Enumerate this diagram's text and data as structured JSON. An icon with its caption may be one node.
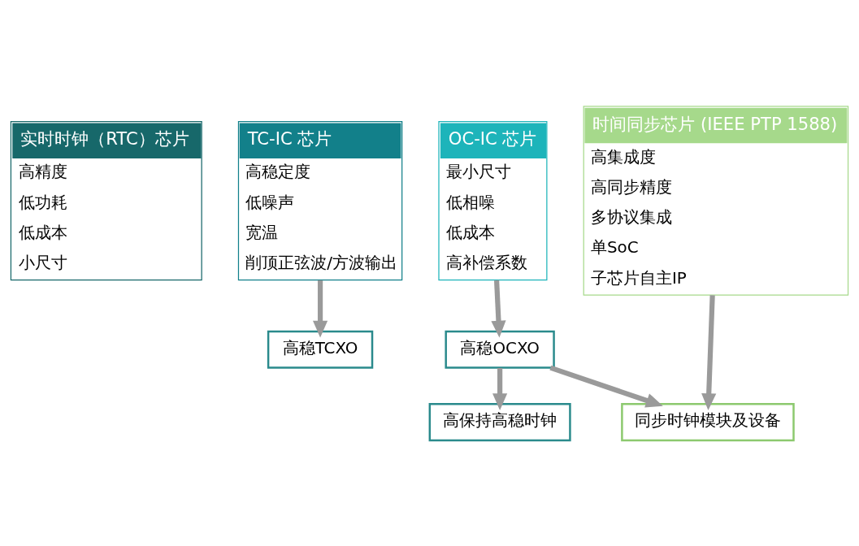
{
  "diagram": {
    "nodes": [
      {
        "text": [
          "实时时钟（RTC）芯片",
          "高精度",
          "低功耗",
          "低成本",
          "小尺寸"
        ]
      },
      {
        "text": [
          "TC-IC 芯片",
          "高稳定度",
          "低噪声",
          "宽温",
          "削顶正弦波/方波输出"
        ]
      },
      {
        "text": [
          "OC-IC 芯片",
          "最小尺寸",
          "低相噪",
          "低成本",
          "高补偿系数"
        ]
      },
      {
        "text": [
          "时间同步芯片 (IEEE PTP 1588)",
          "高集成度",
          "高同步精度",
          "多协议集成",
          "单SoC",
          "子芯片自主IP"
        ]
      },
      {
        "text": [
          "高稳TCXO"
        ]
      },
      {
        "text": [
          "高稳OCXO"
        ]
      },
      {
        "text": [
          "高保持高稳时钟"
        ]
      },
      {
        "text": [
          "同步时钟模块及设备"
        ]
      }
    ],
    "edges": [
      {
        "from": 1,
        "to": 4,
        "arrow": "to"
      },
      {
        "from": 2,
        "to": 5,
        "arrow": "to"
      },
      {
        "from": 5,
        "to": 6,
        "arrow": "to"
      },
      {
        "from": 5,
        "to": 7,
        "arrow": "to"
      },
      {
        "from": 3,
        "to": 7,
        "arrow": "to"
      }
    ]
  }
}
